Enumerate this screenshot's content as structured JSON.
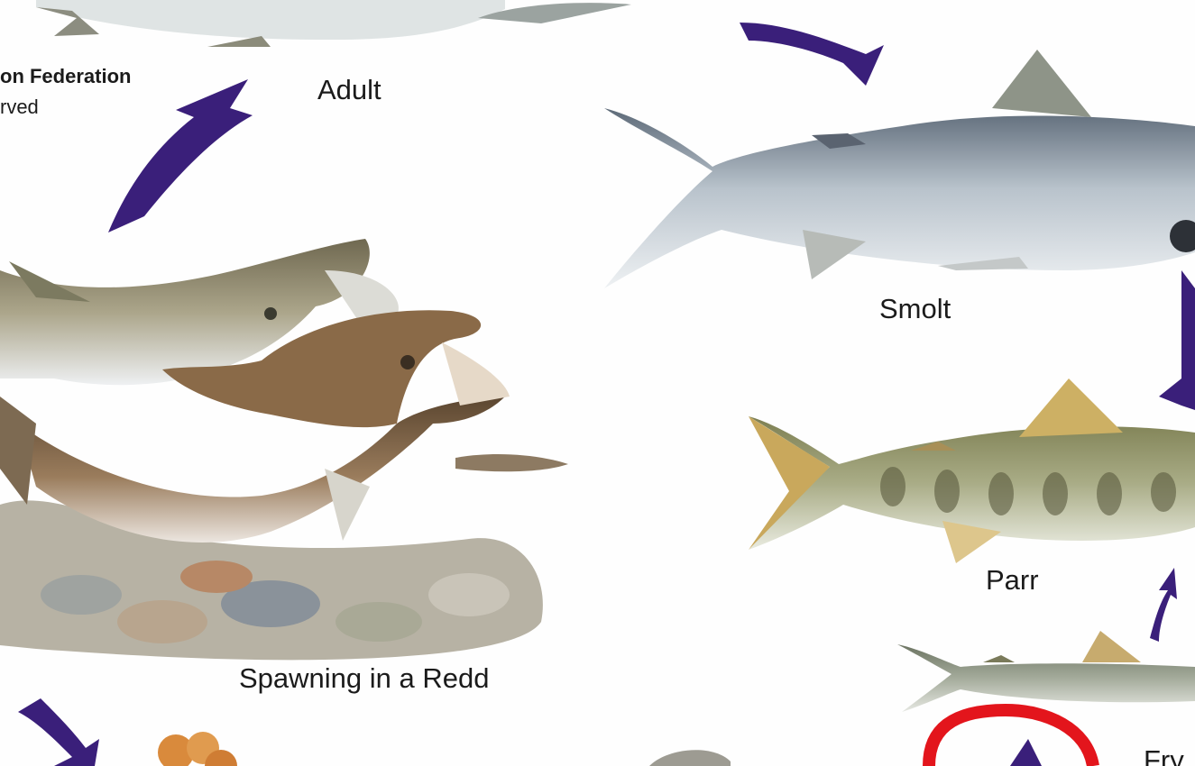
{
  "credit": {
    "line1": "on Federation",
    "line2": "rved"
  },
  "labels": {
    "adult": "Adult",
    "smolt": "Smolt",
    "parr": "Parr",
    "spawning": "Spawning in a Redd",
    "fry": "Fry"
  },
  "colors": {
    "arrow": "#3a1f7a",
    "highlight_circle": "#e3151c",
    "smolt_body": "#8f9aa3",
    "parr_fin": "#c9a85c",
    "spawning_body": "#7a5a3a"
  },
  "icons": {
    "arrow": "lifecycle-arrow-icon",
    "highlight": "red-circle-highlight"
  }
}
